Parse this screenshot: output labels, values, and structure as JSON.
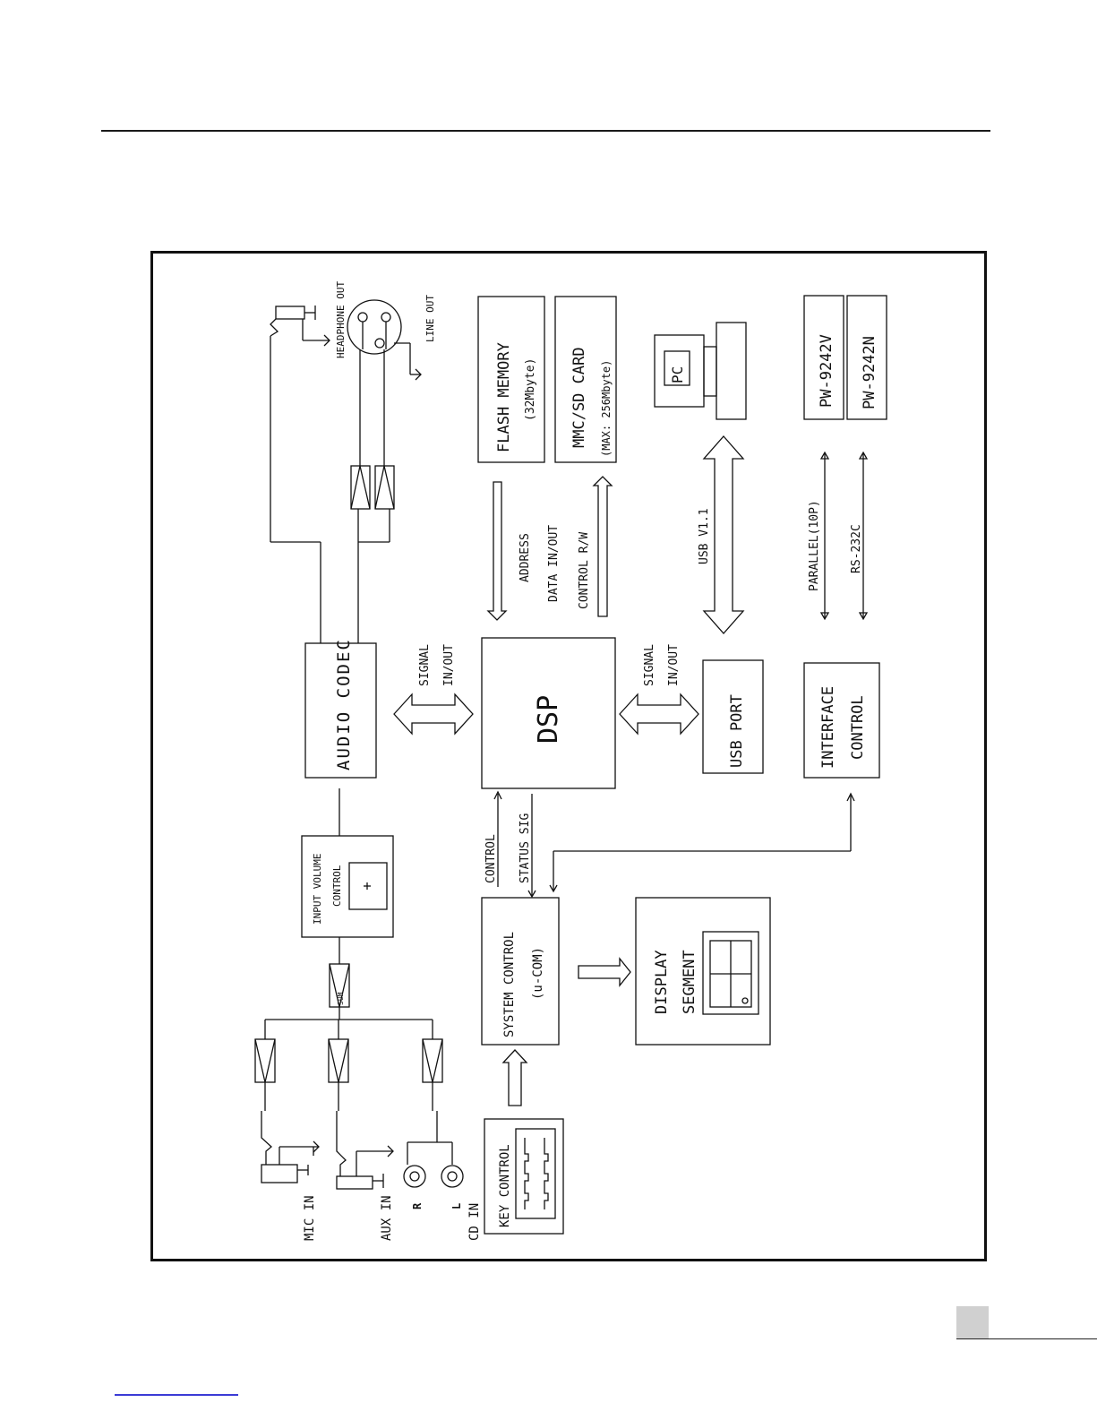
{
  "blocks": {
    "audio_codec": "AUDIO CODEC",
    "dsp": "DSP",
    "usb_port": "USB PORT",
    "interface_control": [
      "INTERFACE",
      "CONTROL"
    ],
    "input_volume_control": [
      "INPUT VOLUME",
      "CONTROL"
    ],
    "system_control": [
      "SYSTEM CONTROL",
      "(u-COM)"
    ],
    "display_segment": [
      "DISPLAY",
      "SEGMENT"
    ],
    "key_control": "KEY CONTROL",
    "flash_memory": [
      "FLASH MEMORY",
      "(32Mbyte)"
    ],
    "mmc_sd_card": [
      "MMC/SD CARD",
      "(MAX: 256Mbyte)"
    ],
    "pc": "PC",
    "pw_9242v": "PW-9242V",
    "pw_9242n": "PW-9242N",
    "sum": "SUM"
  },
  "inputs": {
    "mic_in": "MIC IN",
    "aux_in": "AUX IN",
    "cd_in": "CD IN",
    "cd_r": "R",
    "cd_l": "L"
  },
  "outputs": {
    "headphone_out": "HEADPHONE OUT",
    "line_out": "LINE OUT"
  },
  "links": {
    "signal_codec_dsp": [
      "SIGNAL",
      "IN/OUT"
    ],
    "signal_dsp_usb": [
      "SIGNAL",
      "IN/OUT"
    ],
    "memory_bus": [
      "ADDRESS",
      "DATA IN/OUT",
      "CONTROL R/W"
    ],
    "usb_version": "USB V1.1",
    "parallel": "PARALLEL(10P)",
    "rs232c": "RS-232C",
    "control": "CONTROL",
    "status_sig": "STATUS SIG"
  }
}
